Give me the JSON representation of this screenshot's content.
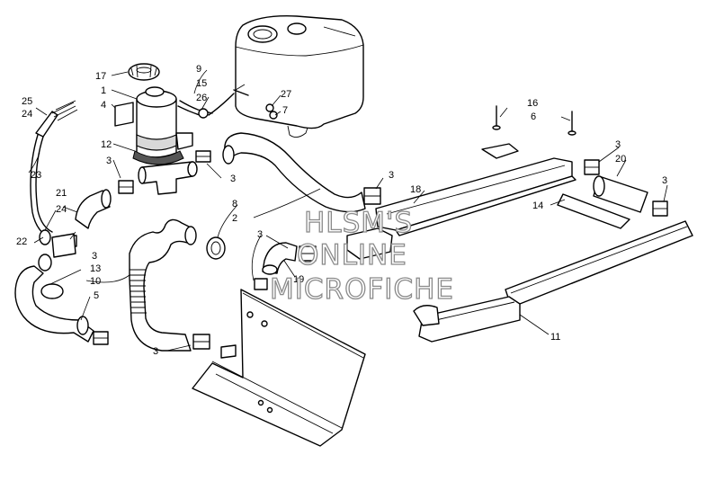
{
  "watermark": {
    "line1": "HLSM'S",
    "line2": "ONLINE",
    "line3": "MICROFICHE"
  },
  "callouts": {
    "c1": "1",
    "c2": "2",
    "c3a": "3",
    "c3b": "3",
    "c3c": "3",
    "c3d": "3",
    "c3e": "3",
    "c3f": "3",
    "c3g": "3",
    "c3h": "3",
    "c4": "4",
    "c5": "5",
    "c6": "6",
    "c7": "7",
    "c8": "8",
    "c9": "9",
    "c10": "10",
    "c11": "11",
    "c12": "12",
    "c13": "13",
    "c14": "14",
    "c15": "15",
    "c16": "16",
    "c17": "17",
    "c18": "18",
    "c19": "19",
    "c20": "20",
    "c21": "21",
    "c22": "22",
    "c23": "23",
    "c24a": "24",
    "c24b": "24",
    "c25": "25",
    "c26": "26",
    "c27": "27"
  }
}
